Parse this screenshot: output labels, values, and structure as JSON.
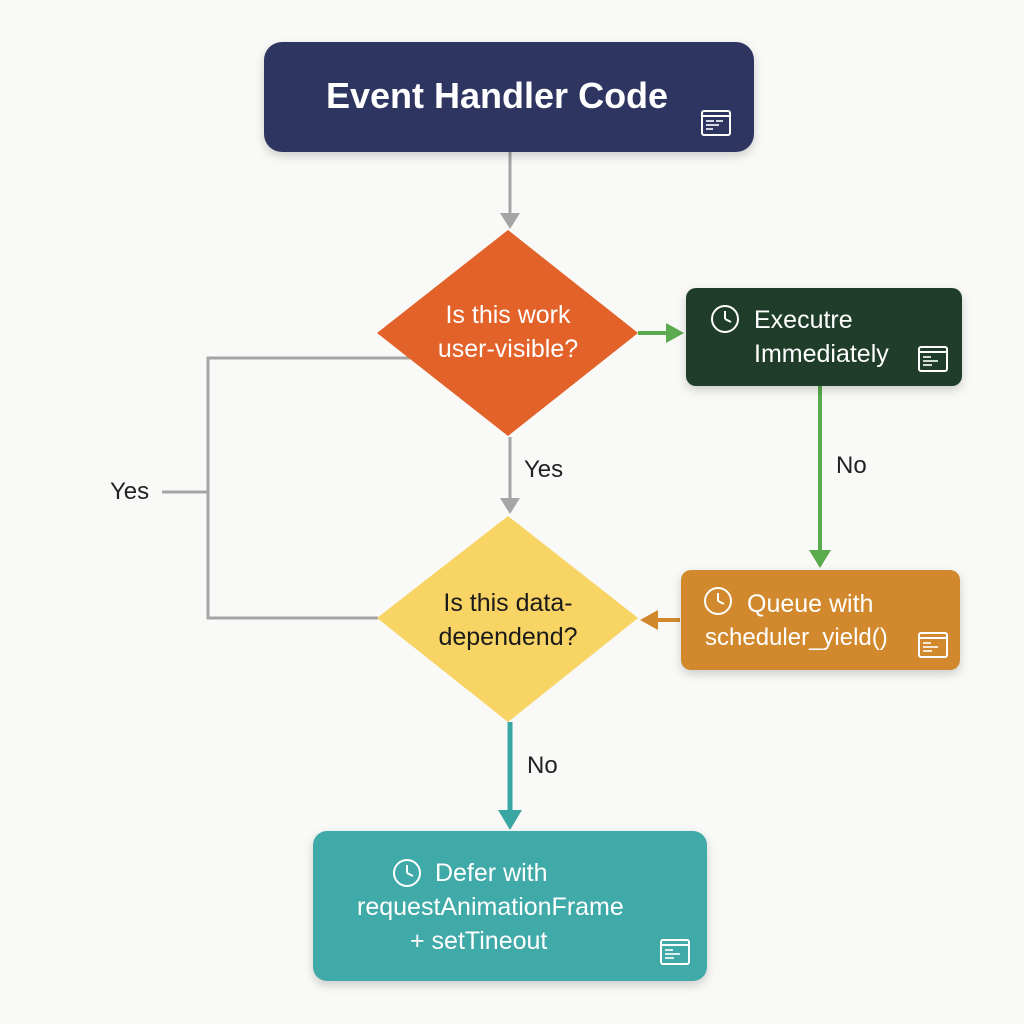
{
  "nodes": {
    "start": {
      "label": "Event Handler Code",
      "icon": "code-window-icon",
      "color": "#2e3560"
    },
    "decision_visible": {
      "line1": "Is this work",
      "line2": "user-visible?",
      "color": "#e2622a"
    },
    "execute": {
      "line1": "Executre",
      "line2": "Immediately",
      "icon": "clock-icon",
      "doc_icon": "code-window-icon",
      "color": "#1f3d2a"
    },
    "decision_data": {
      "line1": "Is this data-",
      "line2": "dependend?",
      "color": "#f8d465"
    },
    "queue": {
      "line1": "Queue with",
      "line2": "scheduler_yield()",
      "icon": "clock-icon",
      "doc_icon": "code-window-icon",
      "color": "#d2892e"
    },
    "defer": {
      "line1": "Defer with",
      "line2": "requestAnimationFrame",
      "line3": "+ setTineout",
      "icon": "clock-icon",
      "doc_icon": "code-window-icon",
      "color": "#3faaa8"
    }
  },
  "edge_labels": {
    "yes_center": "Yes",
    "yes_left": "Yes",
    "no_right": "No",
    "no_bottom": "No"
  },
  "colors": {
    "arrow_gray": "#a5a5a5",
    "arrow_green": "#5aaa4e",
    "arrow_orange": "#d2892e",
    "arrow_teal": "#3aa6a3"
  }
}
